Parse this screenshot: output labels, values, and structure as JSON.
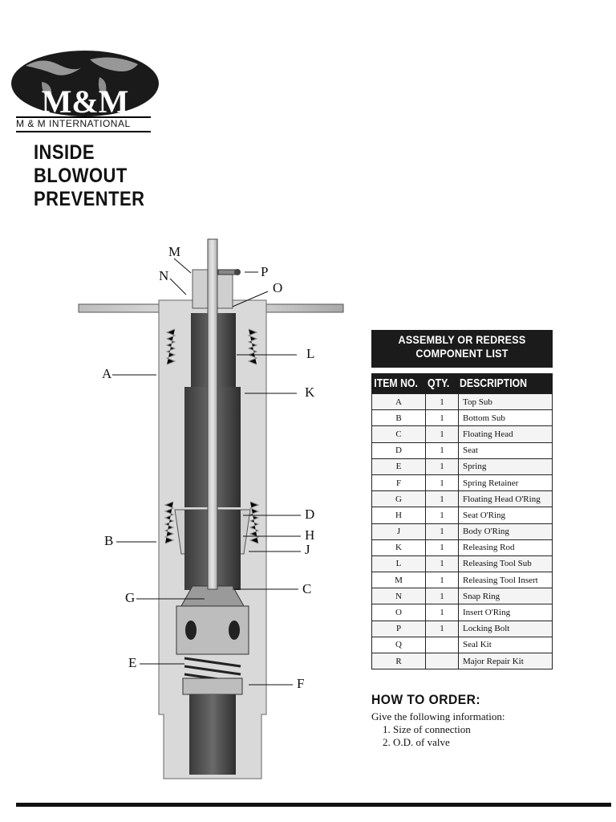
{
  "logo": {
    "mark_text": "M&M",
    "subtitle": "M & M INTERNATIONAL"
  },
  "title": {
    "line1": "INSIDE",
    "line2": "BLOWOUT",
    "line3": "PREVENTER"
  },
  "diagram": {
    "callouts": {
      "M": "M",
      "N": "N",
      "P": "P",
      "O": "O",
      "L": "L",
      "K": "K",
      "A": "A",
      "D": "D",
      "H": "H",
      "J": "J",
      "B": "B",
      "C": "C",
      "G": "G",
      "E": "E",
      "F": "F"
    }
  },
  "component_list": {
    "header_line1": "ASSEMBLY OR REDRESS",
    "header_line2": "COMPONENT LIST",
    "columns": {
      "item": "ITEM NO.",
      "qty": "QTY.",
      "description": "DESCRIPTION"
    },
    "rows": [
      {
        "item": "A",
        "qty": "1",
        "description": "Top Sub"
      },
      {
        "item": "B",
        "qty": "1",
        "description": "Bottom Sub"
      },
      {
        "item": "C",
        "qty": "1",
        "description": "Floating Head"
      },
      {
        "item": "D",
        "qty": "1",
        "description": "Seat"
      },
      {
        "item": "E",
        "qty": "1",
        "description": "Spring"
      },
      {
        "item": "F",
        "qty": "1",
        "description": "Spring Retainer"
      },
      {
        "item": "G",
        "qty": "1",
        "description": "Floating Head O'Ring"
      },
      {
        "item": "H",
        "qty": "1",
        "description": "Seat O'Ring"
      },
      {
        "item": "J",
        "qty": "1",
        "description": "Body O'Ring"
      },
      {
        "item": "K",
        "qty": "1",
        "description": "Releasing Rod"
      },
      {
        "item": "L",
        "qty": "1",
        "description": "Releasing Tool Sub"
      },
      {
        "item": "M",
        "qty": "1",
        "description": "Releasing Tool Insert"
      },
      {
        "item": "N",
        "qty": "1",
        "description": "Snap Ring"
      },
      {
        "item": "O",
        "qty": "1",
        "description": "Insert O'Ring"
      },
      {
        "item": "P",
        "qty": "1",
        "description": "Locking Bolt"
      },
      {
        "item": "Q",
        "qty": "",
        "description": "Seal Kit"
      },
      {
        "item": "R",
        "qty": "",
        "description": "Major Repair Kit"
      }
    ]
  },
  "how_to_order": {
    "title": "HOW TO ORDER:",
    "intro": "Give the following information:",
    "items": [
      "1. Size of connection",
      "2. O.D. of valve"
    ]
  }
}
